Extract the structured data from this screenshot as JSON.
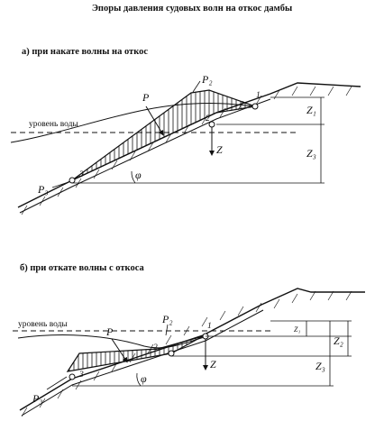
{
  "title": "Эпоры давления судовых волн на откос дамбы",
  "panel_a": {
    "caption": "а) при накате волны на откос",
    "water_level_label": "уровень воды",
    "labels": {
      "p": "P",
      "p2": "P₂",
      "p3": "P₃",
      "n1": "1",
      "n2": "2",
      "n3": "3",
      "z": "Z",
      "phi": "φ",
      "z1": "Z₁",
      "z3": "Z₃"
    }
  },
  "panel_b": {
    "caption": "б) при откате волны с откоса",
    "water_level_label": "уровень воды",
    "labels": {
      "p": "P",
      "p2": "P₂",
      "p3": "P₃",
      "n1": "1",
      "n2": "2",
      "n3": "3",
      "z": "Z",
      "phi": "φ",
      "z1": "Z₁",
      "z2": "Z₂",
      "z3": "Z₃"
    }
  }
}
